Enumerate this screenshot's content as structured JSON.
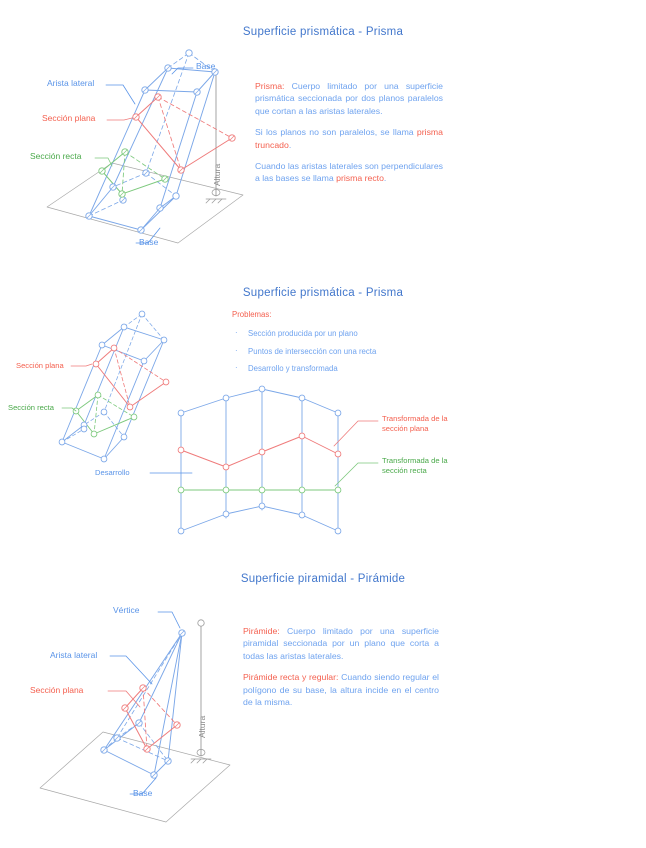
{
  "document": {
    "language": "es",
    "colors": {
      "title_blue": "#4277cc",
      "line_blue": "#7ba7e8",
      "line_red": "#ef7b7b",
      "line_green": "#7dc97d",
      "line_gray": "#9a9a9a",
      "text_blue": "#6fa3ef",
      "text_red": "#f4604f",
      "text_green": "#4aa94a",
      "label_blue": "#5a94e8"
    }
  },
  "figures": [
    {
      "id": "prisma-1",
      "title": "Superficie prismática - Prisma",
      "labels": {
        "base_top": "Base",
        "base_bottom": "Base",
        "arista_lateral": "Arista lateral",
        "seccion_plana": "Sección plana",
        "seccion_recta": "Sección recta",
        "altura": "Altura"
      },
      "text": {
        "p1_term": "Prisma:",
        "p1_body": " Cuerpo limitado por una superficie prismática seccionada por dos planos paralelos que cortan a las aristas laterales.",
        "p2_pre": "Si los planos no son paralelos, se llama ",
        "p2_term": "prisma truncado",
        "p2_post": ".",
        "p3_pre": "Cuando las aristas laterales son perpendiculares a las bases se llama ",
        "p3_term": "prisma recto",
        "p3_post": "."
      }
    },
    {
      "id": "prisma-2",
      "title": "Superficie prismática - Prisma",
      "labels": {
        "seccion_plana": "Sección plana",
        "seccion_recta": "Sección recta",
        "desarrollo": "Desarrollo",
        "transf_plana_l1": "Transformada de la",
        "transf_plana_l2": "sección plana",
        "transf_recta_l1": "Transformada de la",
        "transf_recta_l2": "sección recta"
      },
      "problems": {
        "heading": "Problemas:",
        "items": [
          "Sección producida por un plano",
          "Puntos de intersección con una recta",
          "Desarrollo y transformada"
        ]
      }
    },
    {
      "id": "piramide",
      "title": "Superficie piramidal - Pirámide",
      "labels": {
        "vertice": "Vértice",
        "arista_lateral": "Arista lateral",
        "seccion_plana": "Sección plana",
        "base": "Base",
        "altura": "Altura"
      },
      "text": {
        "p1_term": "Pirámide:",
        "p1_body": " Cuerpo limitado por una superficie piramidal seccionada por un plano que corta a todas las aristas laterales.",
        "p2_term": "Pirámide recta y regular:",
        "p2_body": " Cuando siendo regular el polígono de su base, la altura incide en el centro de la misma."
      }
    }
  ]
}
